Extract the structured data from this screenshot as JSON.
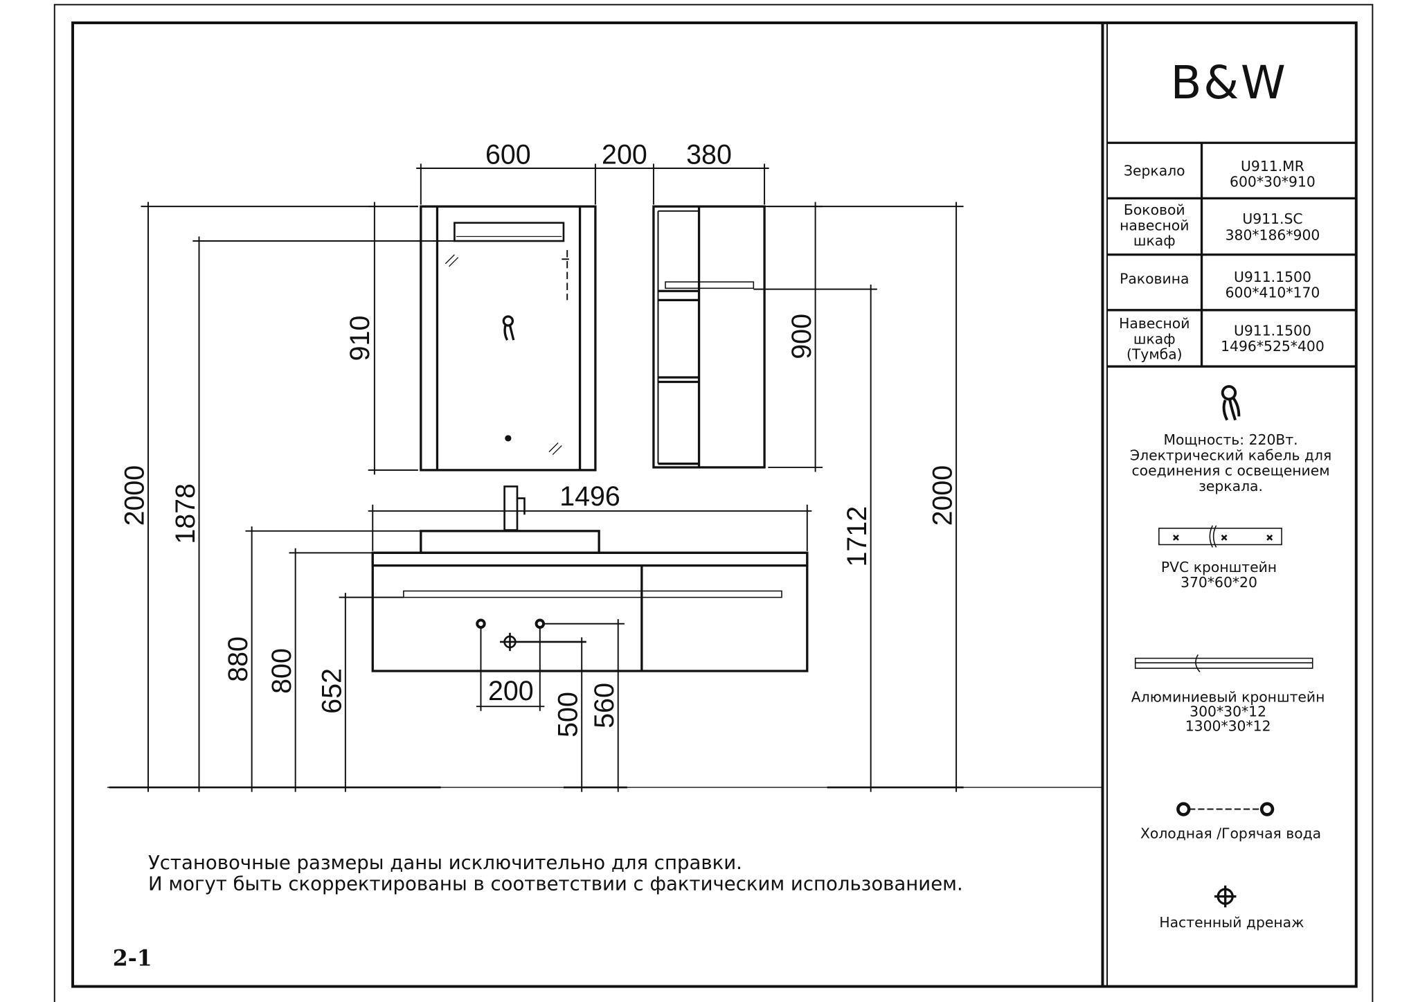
{
  "logo": "B&W",
  "spec_table": [
    {
      "name": [
        "Зеркало"
      ],
      "spec": [
        "U911.MR",
        "600*30*910"
      ]
    },
    {
      "name": [
        "Боковой",
        "навесной",
        "шкаф"
      ],
      "spec": [
        "U911.SC",
        "380*186*900"
      ]
    },
    {
      "name": [
        "Раковина"
      ],
      "spec": [
        "U911.1500",
        "600*410*170"
      ]
    },
    {
      "name": [
        "Навесной",
        "шкаф",
        "(Тумба)"
      ],
      "spec": [
        "U911.1500",
        "1496*525*400"
      ]
    }
  ],
  "legend": {
    "power": [
      "Мощность: 220Вт.",
      "Электрический кабель для",
      "соединения с освещением",
      "зеркала."
    ],
    "pvc": [
      "PVC кронштейн",
      "370*60*20"
    ],
    "aluminum": [
      "Алюминиевый кронштейн",
      "300*30*12",
      "1300*30*12"
    ],
    "water": "Холодная /Горячая вода",
    "drain": "Настенный дренаж"
  },
  "dimensions": {
    "mirror_width": "600",
    "gap": "200",
    "cabinet_width": "380",
    "mirror_height": "910",
    "cabinet_height": "900",
    "total_left": "2000",
    "mirror_light": "1878",
    "basin_top": "880",
    "vanity_top": "800",
    "vanity_bottom": "652",
    "cabinet_bottom": "1712",
    "total_right": "2000",
    "vanity_width": "1496",
    "water_spacing": "200",
    "drain_height": "500",
    "water_height": "560"
  },
  "notes": [
    "Установочные размеры даны исключительно для справки.",
    "И могут быть скорректированы в соответствии с фактическим использованием."
  ],
  "page_number": "2-1"
}
